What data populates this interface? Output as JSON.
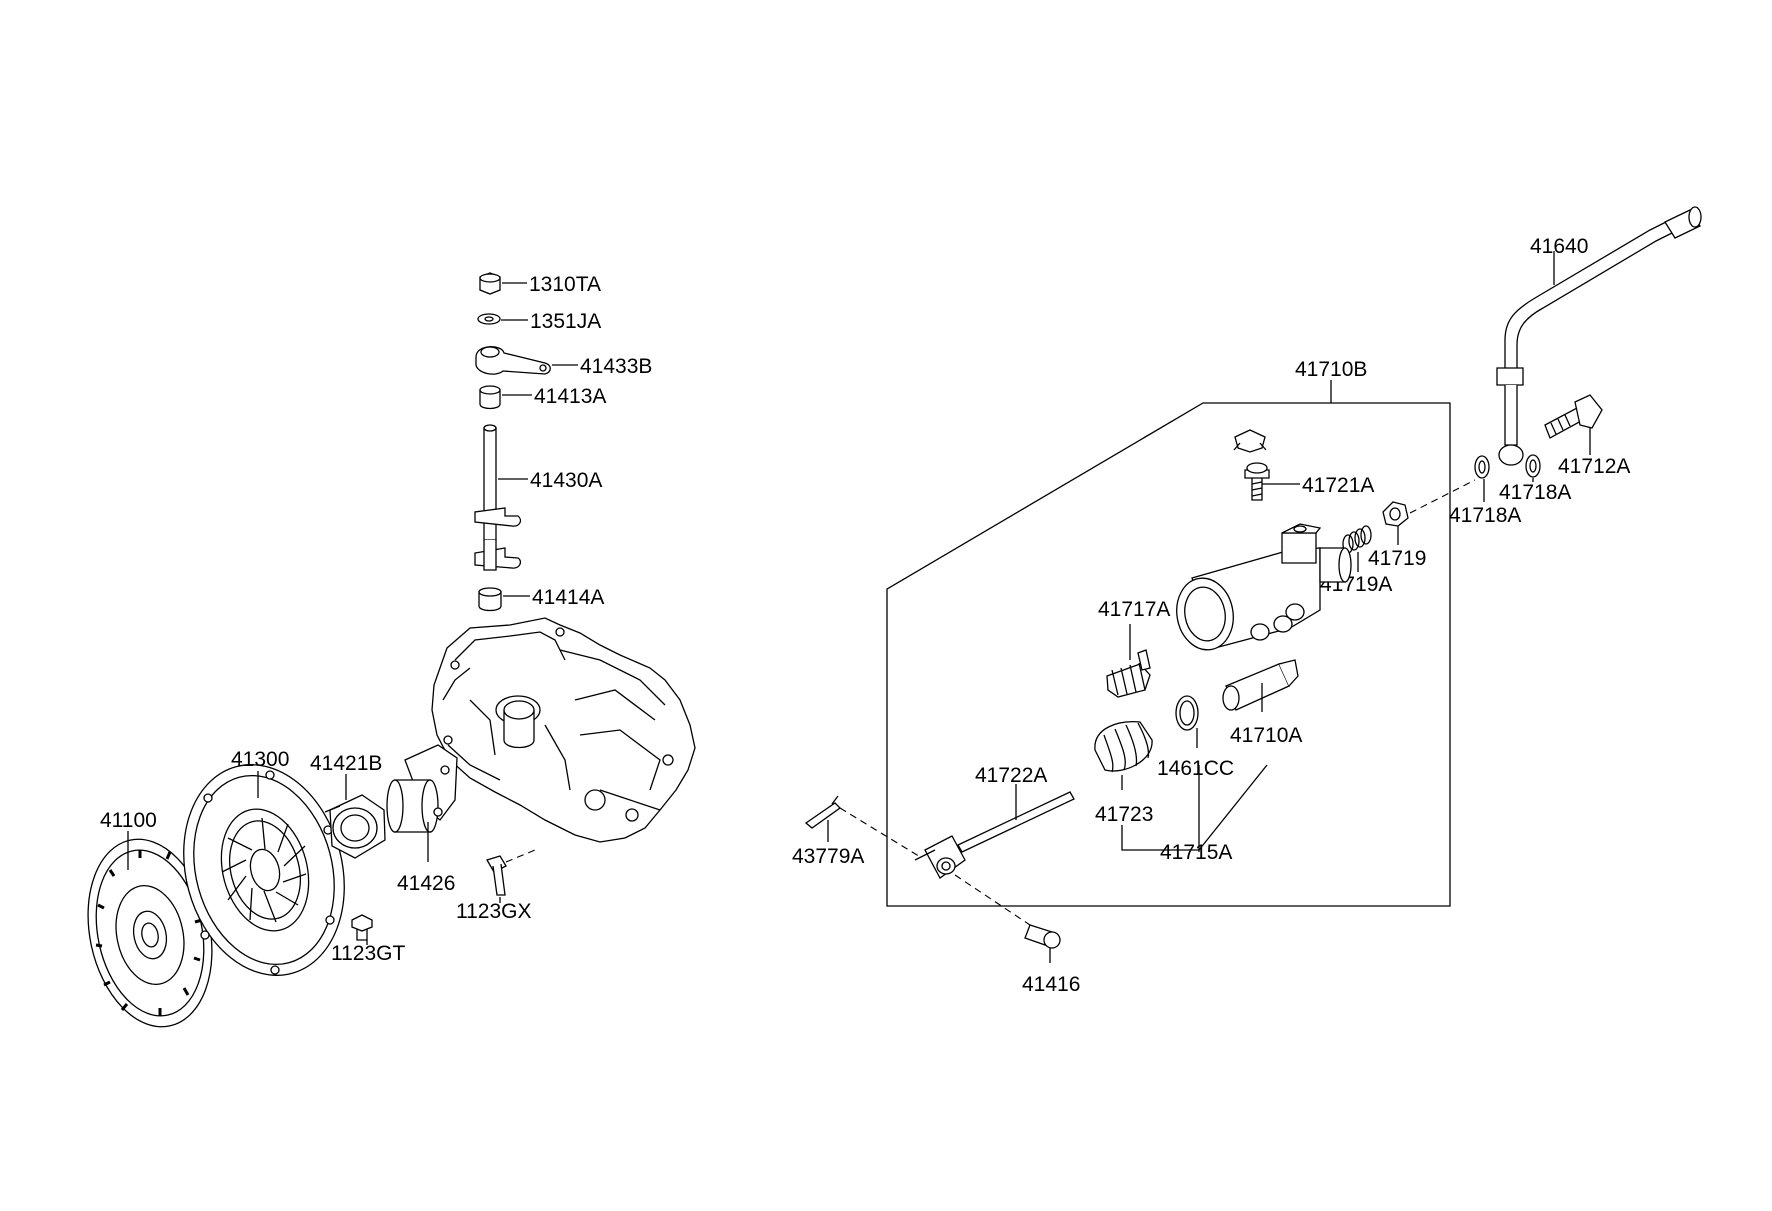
{
  "labels": {
    "p1310TA": "1310TA",
    "p1351JA": "1351JA",
    "p41433B": "41433B",
    "p41413A": "41413A",
    "p41430A": "41430A",
    "p41414A": "41414A",
    "p41300": "41300",
    "p41421B": "41421B",
    "p41100": "41100",
    "p41426": "41426",
    "p1123GX": "1123GX",
    "p1123GT": "1123GT",
    "p41710B": "41710B",
    "p41640": "41640",
    "p41721A": "41721A",
    "p41712A": "41712A",
    "p41718A_a": "41718A",
    "p41718A_b": "41718A",
    "p41719": "41719",
    "p41719A": "41719A",
    "p41717A": "41717A",
    "p41710A": "41710A",
    "p41722A": "41722A",
    "p1461CC": "1461CC",
    "p41723": "41723",
    "p41715A": "41715A",
    "p43779A": "43779A",
    "p41416": "41416"
  }
}
